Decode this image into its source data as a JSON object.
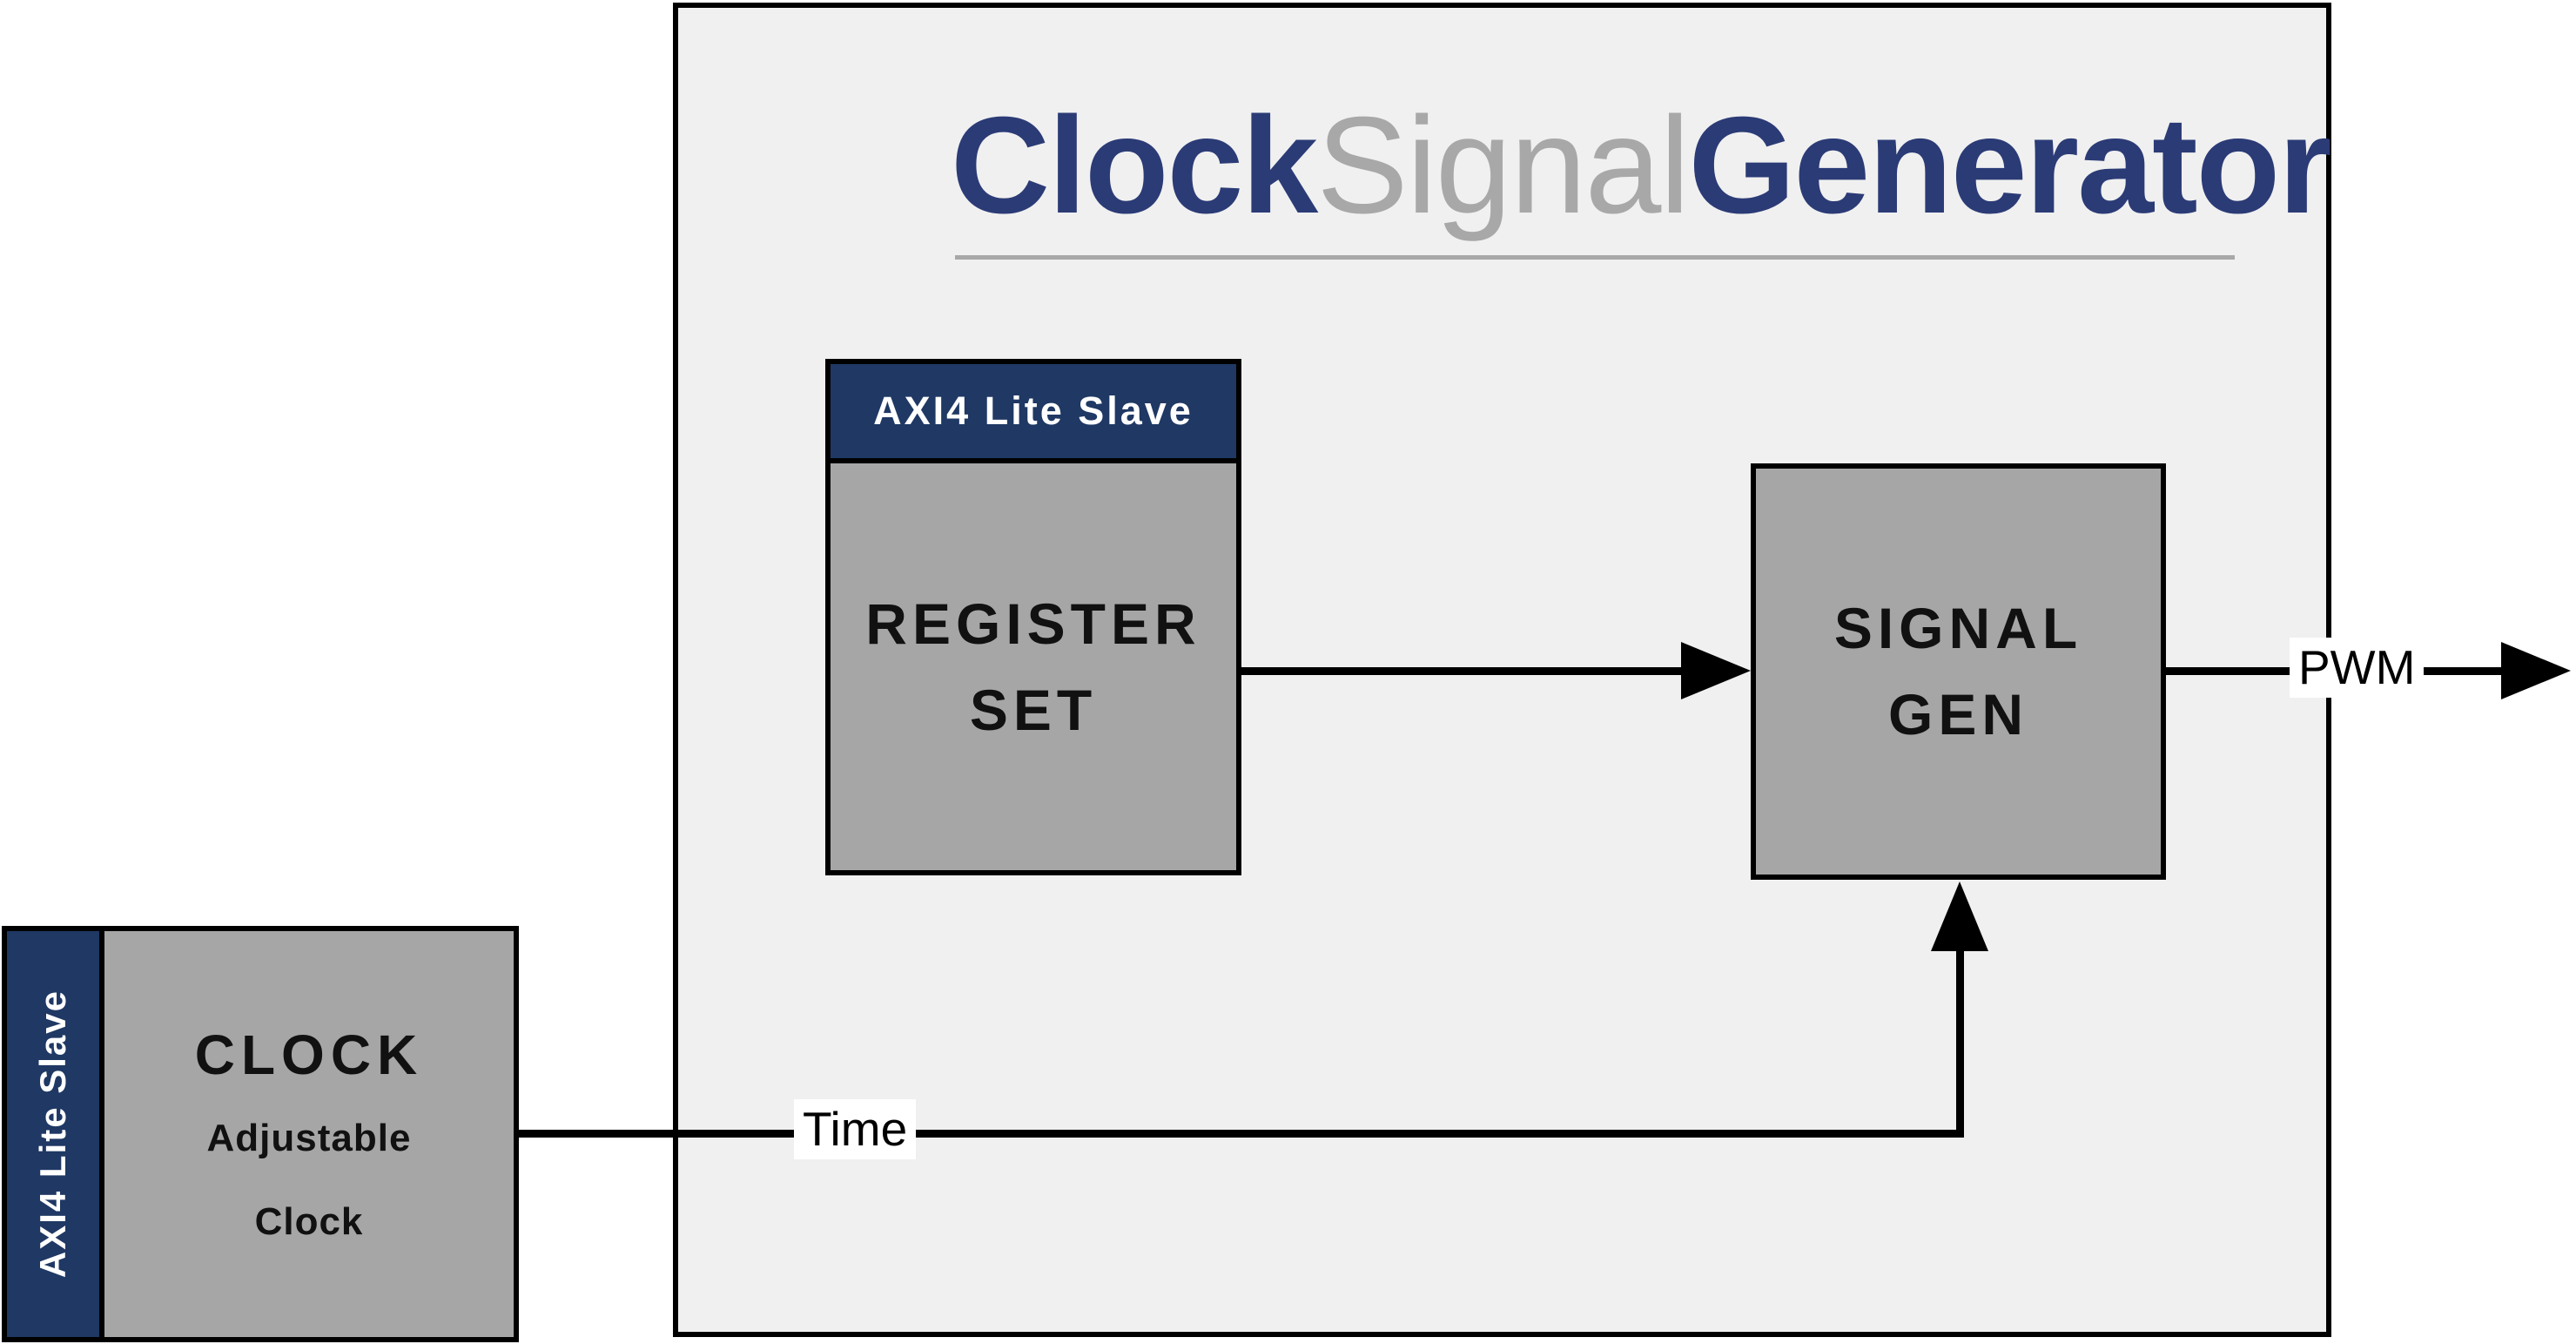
{
  "title": {
    "part1": "Clock",
    "part2": "Signal",
    "part3": "Generator"
  },
  "blocks": {
    "register_set": {
      "header": "AXI4 Lite Slave",
      "line1": "REGISTER",
      "line2": "SET"
    },
    "signal_gen": {
      "line1": "SIGNAL",
      "line2": "GEN"
    },
    "clock": {
      "side_label": "AXI4 Lite Slave",
      "title": "CLOCK",
      "sub1": "Adjustable",
      "sub2": "Clock"
    }
  },
  "wires": {
    "time_label": "Time",
    "pwm_label": "PWM"
  },
  "colors": {
    "navy": "#1f3864",
    "title_navy": "#2b3b76",
    "block_gray": "#a6a6a6",
    "container_fill": "#f0f0f0",
    "title_gray": "#a8a8a8",
    "wire_black": "#000000"
  }
}
